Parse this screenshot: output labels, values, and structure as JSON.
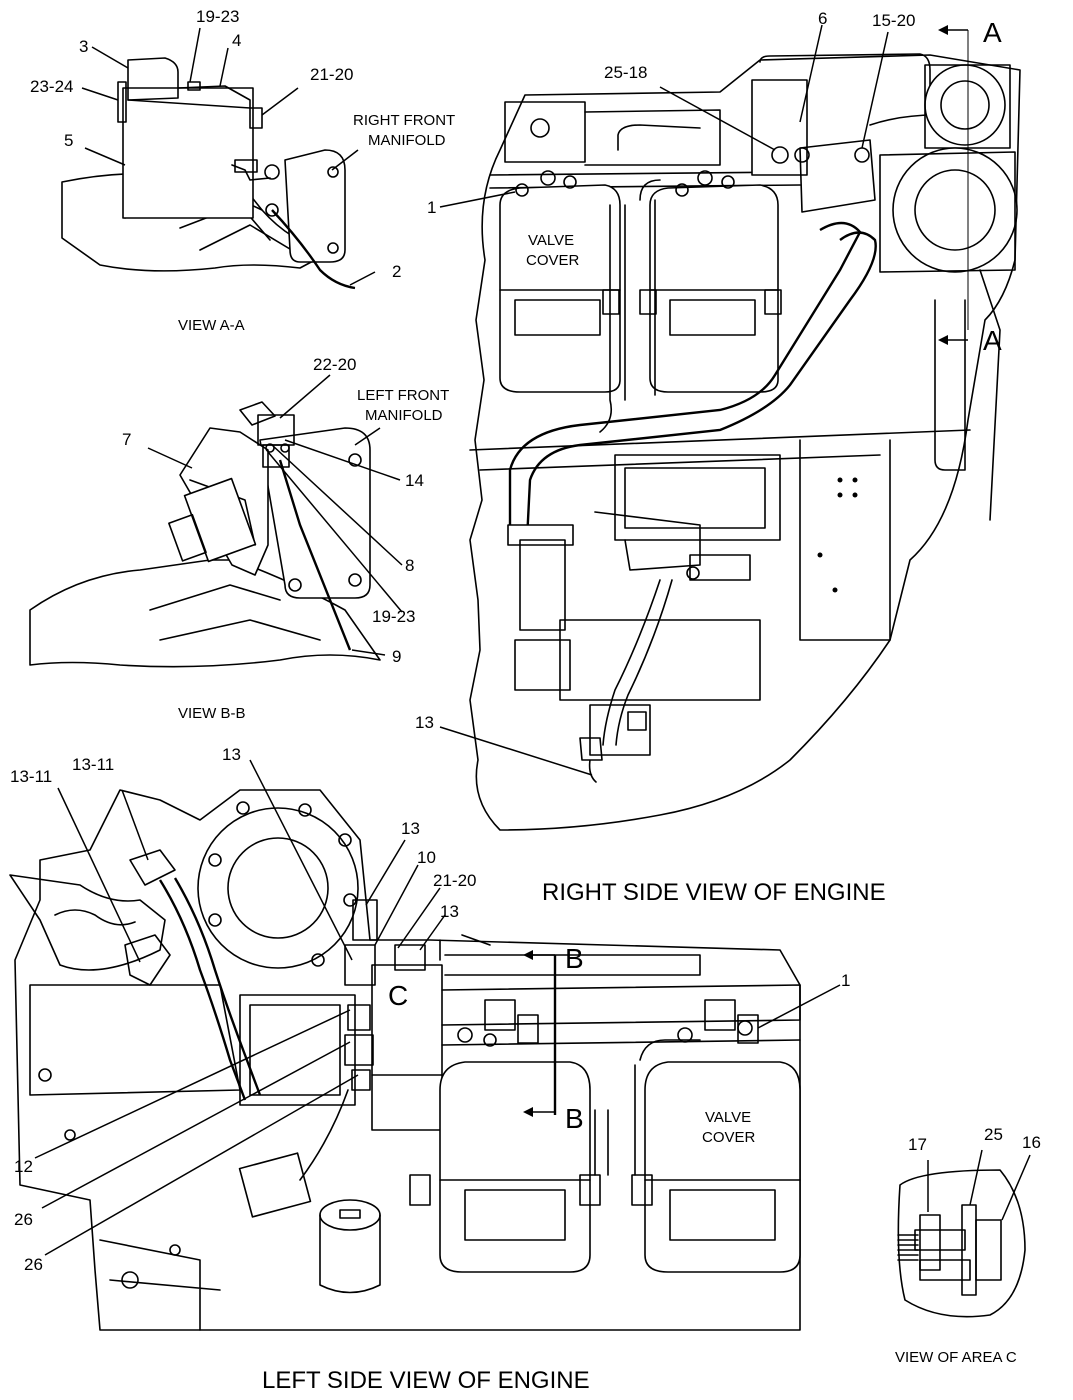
{
  "views": {
    "view_aa": "VIEW A-A",
    "view_bb": "VIEW B-B",
    "right_side": "RIGHT SIDE VIEW OF ENGINE",
    "left_side": "LEFT SIDE VIEW OF ENGINE",
    "view_c": "VIEW OF AREA C"
  },
  "annotations": {
    "right_front_manifold_1": "RIGHT FRONT",
    "right_front_manifold_2": "MANIFOLD",
    "left_front_manifold_1": "LEFT FRONT",
    "left_front_manifold_2": "MANIFOLD",
    "valve_cover_1": "VALVE",
    "valve_cover_2": "COVER"
  },
  "section_markers": {
    "a": "A",
    "b": "B",
    "c": "C"
  },
  "callouts": {
    "aa": [
      "19-23",
      "4",
      "3",
      "23-24",
      "21-20",
      "5",
      "2"
    ],
    "bb": [
      "22-20",
      "7",
      "14",
      "8",
      "19-23",
      "9"
    ],
    "right": [
      "6",
      "15-20",
      "25-18",
      "1",
      "13"
    ],
    "left": [
      "13-11",
      "13-11",
      "13",
      "13",
      "10",
      "21-20",
      "13",
      "1",
      "12",
      "26",
      "26"
    ],
    "c": [
      "17",
      "25",
      "16"
    ]
  }
}
